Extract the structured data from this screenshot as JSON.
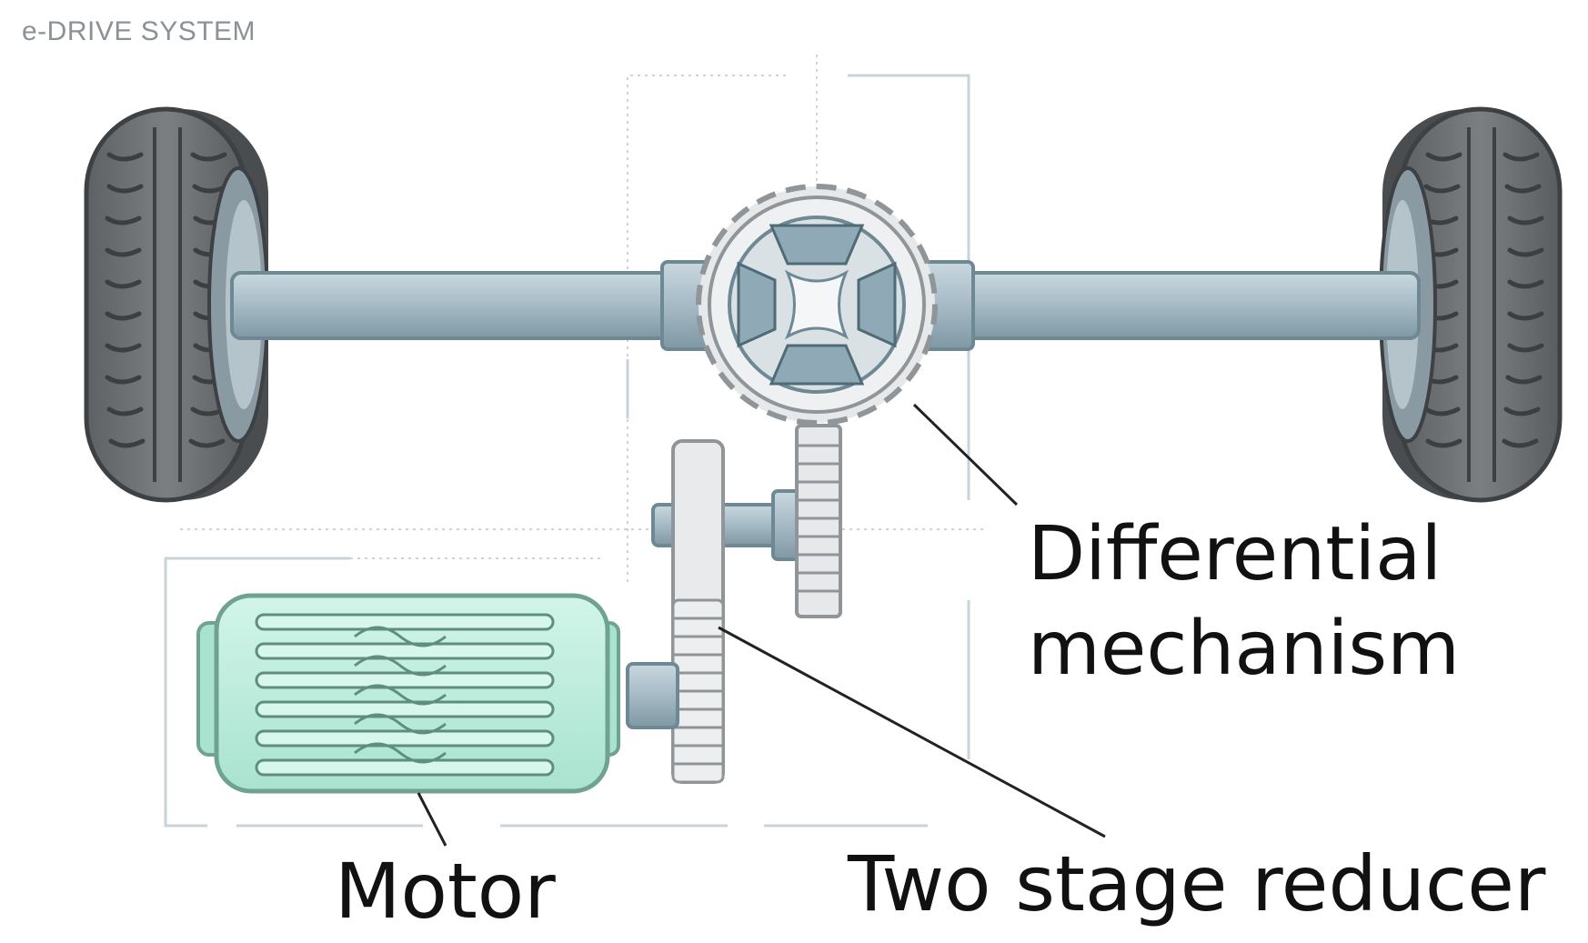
{
  "header": {
    "title": "e-DRIVE SYSTEM"
  },
  "labels": {
    "differential": "Differential mechanism",
    "motor": "Motor",
    "reducer": "Two stage reducer"
  },
  "colors": {
    "tire": "#6b6e70",
    "tire_dark": "#4a4d4f",
    "shaft": "#a9bdc8",
    "shaft_dark": "#6e8894",
    "gear": "#e6e8ea",
    "gear_dark": "#8f9599",
    "motor": "#bfeedd",
    "motor_dark": "#6fa292",
    "guide": "#c8d4da"
  }
}
